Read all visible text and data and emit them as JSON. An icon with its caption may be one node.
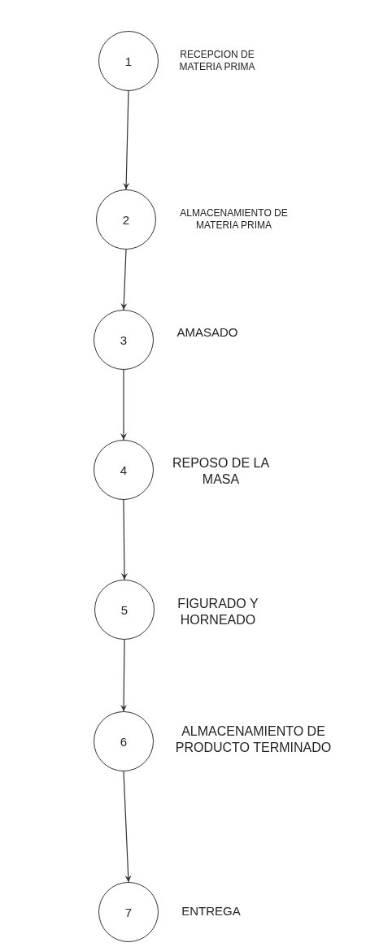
{
  "diagram": {
    "nodes": [
      {
        "text": [
          "1"
        ],
        "beside": [
          "RECEPCION DE MATERIA PRIMA"
        ]
      },
      {
        "text": [
          "2"
        ],
        "beside": [
          "ALMACENAMIENTO DE MATERIA PRIMA"
        ]
      },
      {
        "text": [
          "3"
        ],
        "beside": [
          "AMASADO"
        ]
      },
      {
        "text": [
          "4"
        ],
        "beside": [
          "REPOSO DE LA MASA"
        ]
      },
      {
        "text": [
          "5"
        ],
        "beside": [
          "FIGURADO Y HORNEADO"
        ]
      },
      {
        "text": [
          "6"
        ],
        "beside": [
          "ALMACENAMIENTO DE PRODUCTO TERMINADO"
        ]
      },
      {
        "text": [
          "7"
        ],
        "beside": [
          "ENTREGA"
        ]
      }
    ],
    "edges": [
      {
        "from": 0,
        "to": 1,
        "arrow": "to"
      },
      {
        "from": 1,
        "to": 2,
        "arrow": "to"
      },
      {
        "from": 2,
        "to": 3,
        "arrow": "to"
      },
      {
        "from": 3,
        "to": 4,
        "arrow": "to"
      },
      {
        "from": 4,
        "to": 5,
        "arrow": "to"
      },
      {
        "from": 5,
        "to": 6,
        "arrow": "to"
      }
    ]
  }
}
